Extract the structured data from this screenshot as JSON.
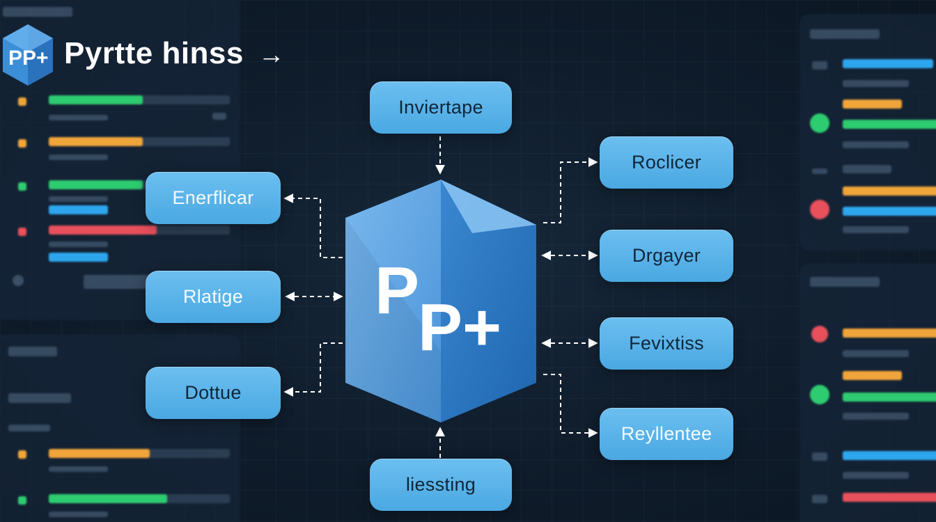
{
  "header": {
    "title": "Pyrtte hinss",
    "arrow": "→",
    "logo_text": "PP+"
  },
  "center": {
    "logo_text_line1": "P",
    "logo_text_line2": "P+"
  },
  "nodes": {
    "top": "Inviertape",
    "bottom": "liessting",
    "left": [
      "Enerflicar",
      "Rlatige",
      "Dottue"
    ],
    "right": [
      "Roclicer",
      "Drgayer",
      "Fevixtiss",
      "Reyllentee"
    ]
  },
  "colors": {
    "node": "#5bb4ea",
    "cube_light": "#6aaee8",
    "cube_dark": "#2e80c8",
    "background": "#0f1b28",
    "bar_green": "#2ecc71",
    "bar_orange": "#f0a53a",
    "bar_red": "#e8505b",
    "bar_blue": "#2ea6ee"
  }
}
